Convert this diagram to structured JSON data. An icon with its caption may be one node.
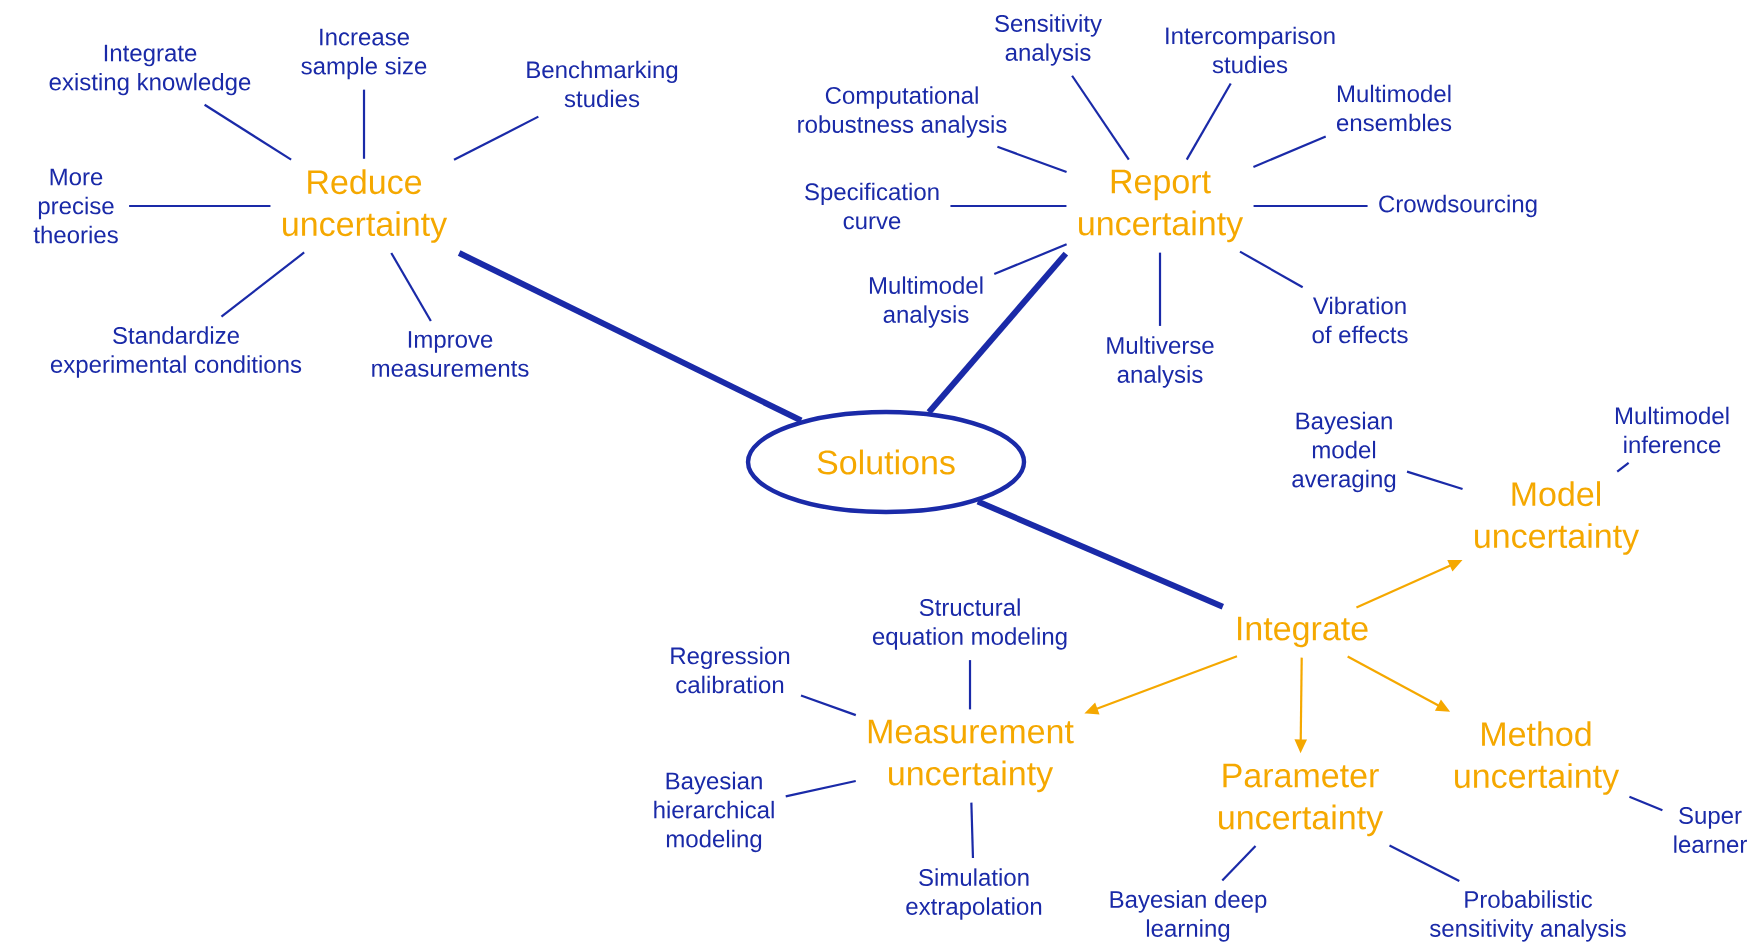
{
  "diagram": {
    "nodes": [
      {
        "text": [
          "Solutions"
        ]
      },
      {
        "text": [
          "Reduce uncertainty"
        ]
      },
      {
        "text": [
          "Integrate existing knowledge"
        ]
      },
      {
        "text": [
          "Increase sample size"
        ]
      },
      {
        "text": [
          "Benchmarking studies"
        ]
      },
      {
        "text": [
          "More precise theories"
        ]
      },
      {
        "text": [
          "Standardize experimental conditions"
        ]
      },
      {
        "text": [
          "Improve measurements"
        ]
      },
      {
        "text": [
          "Report uncertainty"
        ]
      },
      {
        "text": [
          "Sensitivity analysis"
        ]
      },
      {
        "text": [
          "Intercomparison studies"
        ]
      },
      {
        "text": [
          "Computational robustness analysis"
        ]
      },
      {
        "text": [
          "Multimodel ensembles"
        ]
      },
      {
        "text": [
          "Specification curve"
        ]
      },
      {
        "text": [
          "Crowdsourcing"
        ]
      },
      {
        "text": [
          "Multimodel analysis"
        ]
      },
      {
        "text": [
          "Multiverse analysis"
        ]
      },
      {
        "text": [
          "Vibration of effects"
        ]
      },
      {
        "text": [
          "Integrate"
        ]
      },
      {
        "text": [
          "Model uncertainty"
        ]
      },
      {
        "text": [
          "Bayesian model averaging"
        ]
      },
      {
        "text": [
          "Multimodel inference"
        ]
      },
      {
        "text": [
          "Measurement uncertainty"
        ]
      },
      {
        "text": [
          "Structural equation modeling"
        ]
      },
      {
        "text": [
          "Regression calibration"
        ]
      },
      {
        "text": [
          "Bayesian hierarchical modeling"
        ]
      },
      {
        "text": [
          "Simulation extrapolation"
        ]
      },
      {
        "text": [
          "Parameter uncertainty"
        ]
      },
      {
        "text": [
          "Bayesian deep learning"
        ]
      },
      {
        "text": [
          "Probabilistic sensitivity analysis"
        ]
      },
      {
        "text": [
          "Method uncertainty"
        ]
      },
      {
        "text": [
          "Super learner"
        ]
      }
    ],
    "edges": [
      {
        "from": 0,
        "to": 1,
        "arrow": "none",
        "style": "thick"
      },
      {
        "from": 0,
        "to": 8,
        "arrow": "none",
        "style": "thick"
      },
      {
        "from": 0,
        "to": 18,
        "arrow": "none",
        "style": "thick"
      },
      {
        "from": 1,
        "to": 2,
        "arrow": "none"
      },
      {
        "from": 1,
        "to": 3,
        "arrow": "none"
      },
      {
        "from": 1,
        "to": 4,
        "arrow": "none"
      },
      {
        "from": 1,
        "to": 5,
        "arrow": "none"
      },
      {
        "from": 1,
        "to": 6,
        "arrow": "none"
      },
      {
        "from": 1,
        "to": 7,
        "arrow": "none"
      },
      {
        "from": 8,
        "to": 9,
        "arrow": "none"
      },
      {
        "from": 8,
        "to": 10,
        "arrow": "none"
      },
      {
        "from": 8,
        "to": 11,
        "arrow": "none"
      },
      {
        "from": 8,
        "to": 12,
        "arrow": "none"
      },
      {
        "from": 8,
        "to": 13,
        "arrow": "none"
      },
      {
        "from": 8,
        "to": 14,
        "arrow": "none"
      },
      {
        "from": 8,
        "to": 15,
        "arrow": "none"
      },
      {
        "from": 8,
        "to": 16,
        "arrow": "none"
      },
      {
        "from": 8,
        "to": 17,
        "arrow": "none"
      },
      {
        "from": 18,
        "to": 19,
        "arrow": "to",
        "color": "#f5a800"
      },
      {
        "from": 18,
        "to": 22,
        "arrow": "to",
        "color": "#f5a800"
      },
      {
        "from": 18,
        "to": 27,
        "arrow": "to",
        "color": "#f5a800"
      },
      {
        "from": 18,
        "to": 30,
        "arrow": "to",
        "color": "#f5a800"
      },
      {
        "from": 19,
        "to": 20,
        "arrow": "none"
      },
      {
        "from": 19,
        "to": 21,
        "arrow": "none"
      },
      {
        "from": 22,
        "to": 23,
        "arrow": "none"
      },
      {
        "from": 22,
        "to": 24,
        "arrow": "none"
      },
      {
        "from": 22,
        "to": 25,
        "arrow": "none"
      },
      {
        "from": 22,
        "to": 26,
        "arrow": "none"
      },
      {
        "from": 27,
        "to": 28,
        "arrow": "none"
      },
      {
        "from": 27,
        "to": 29,
        "arrow": "none"
      },
      {
        "from": 30,
        "to": 31,
        "arrow": "none"
      }
    ]
  }
}
